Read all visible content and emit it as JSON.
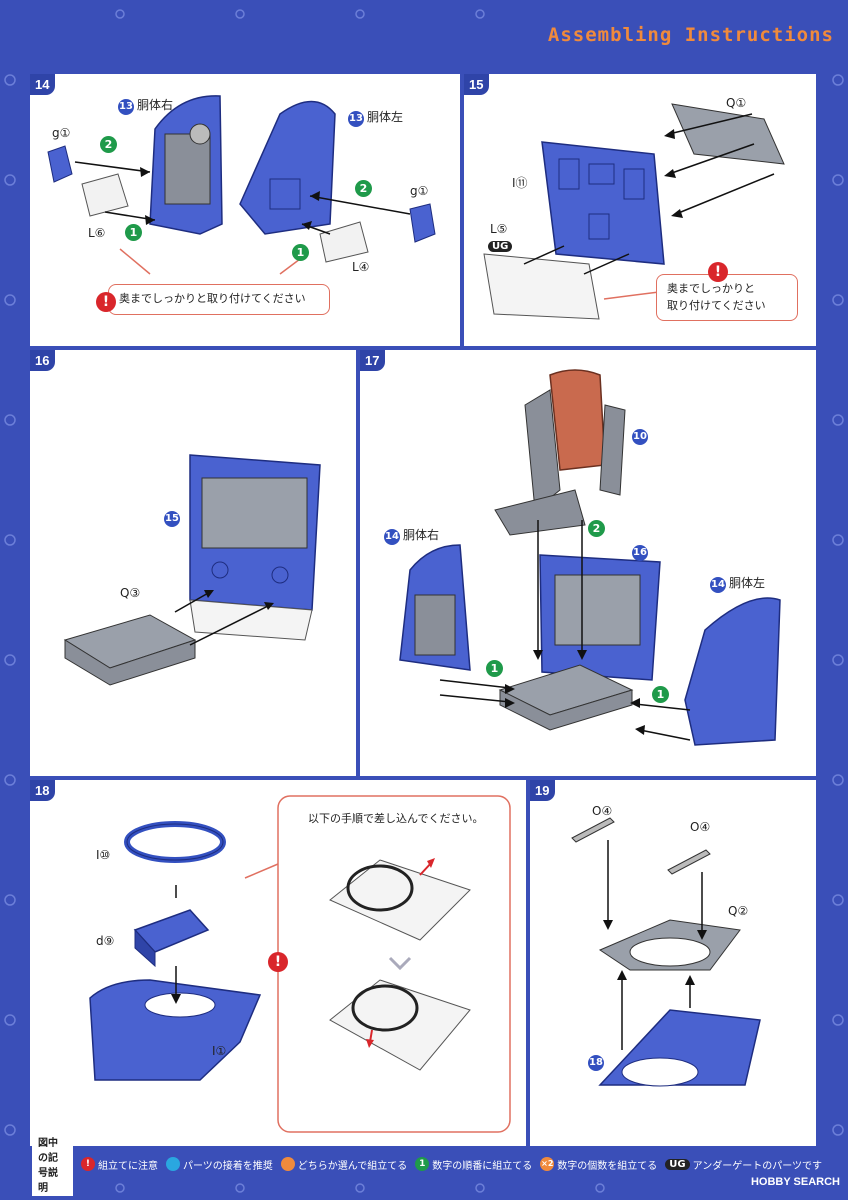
{
  "title": "Assembling Instructions",
  "steps": {
    "s14": {
      "num": "14",
      "part_right": "胴体右",
      "part_left": "胴体左",
      "ref": "13",
      "g1a": "g①",
      "g1b": "g①",
      "l6": "L⑥",
      "l4": "L④",
      "note": "奥までしっかりと取り付けてください",
      "n1": "1",
      "n2": "2"
    },
    "s15": {
      "num": "15",
      "q1": "Q①",
      "i11": "I⑪",
      "l5": "L⑤",
      "ug": "UG",
      "note1": "奥までしっかりと",
      "note2": "取り付けてください"
    },
    "s16": {
      "num": "16",
      "ref": "15",
      "q3": "Q③"
    },
    "s17": {
      "num": "17",
      "ref10": "10",
      "ref16": "16",
      "ref14a": "14",
      "ref14b": "14",
      "part_right": "胴体右",
      "part_left": "胴体左",
      "n1": "1",
      "n2": "2"
    },
    "s18": {
      "num": "18",
      "i10": "I⑩",
      "d9": "d⑨",
      "i1": "I①",
      "note": "以下の手順で差し込んでください。"
    },
    "s19": {
      "num": "19",
      "o4a": "O④",
      "o4b": "O④",
      "q2": "Q②",
      "ref": "18"
    }
  },
  "legend": {
    "head": "図中の記号説明",
    "items": [
      "組立てに注意",
      "パーツの接着を推奨",
      "どちらか選んで組立てる",
      "数字の順番に組立てる",
      "数字の個数を組立てる",
      "アンダーゲートのパーツです"
    ],
    "icon_chars": [
      "!",
      "",
      "",
      "1",
      "×2",
      "UG"
    ]
  },
  "footer": "HOBBY SEARCH",
  "colors": {
    "frame": "#3a4fb8",
    "part_blue": "#4a62d0",
    "part_gray": "#9aa0aa",
    "seat": "#c96a4e",
    "accent": "#f08a3c",
    "green": "#1f9a4a",
    "red": "#d9262b"
  }
}
